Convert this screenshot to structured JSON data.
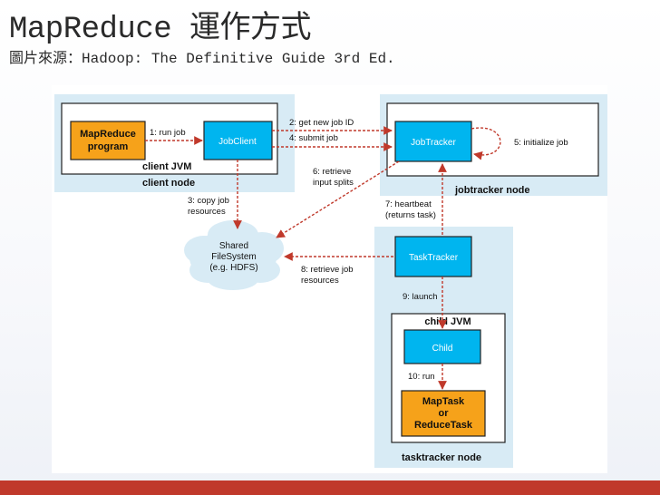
{
  "title": "MapReduce 運作方式",
  "subtitle": "圖片來源：Hadoop: The Definitive Guide 3rd Ed.",
  "colors": {
    "node_fill": "#d8ebf5",
    "box_fill": "#00b5ef",
    "program_fill": "#f6a21a",
    "arrow_color": "#c0392b",
    "bar_color": "#c0392b"
  },
  "diagram": {
    "client_node": {
      "label": "client node",
      "jvm_label": "client JVM",
      "program_line1": "MapReduce",
      "program_line2": "program",
      "jobclient": "JobClient"
    },
    "jobtracker_node": {
      "label": "jobtracker node",
      "jobtracker": "JobTracker"
    },
    "tasktracker_node": {
      "label": "tasktracker node",
      "tasktracker": "TaskTracker",
      "child_jvm_label": "child JVM",
      "child": "Child",
      "task_line1": "MapTask",
      "task_line2": "or",
      "task_line3": "ReduceTask"
    },
    "shared_fs": {
      "line1": "Shared",
      "line2": "FileSystem",
      "line3": "(e.g. HDFS)"
    },
    "steps": {
      "s1": "1: run job",
      "s2": "2: get new job ID",
      "s4": "4: submit job",
      "s5": "5: initialize job",
      "s6a": "6: retrieve",
      "s6b": "input splits",
      "s3a": "3: copy job",
      "s3b": "resources",
      "s7a": "7: heartbeat",
      "s7b": "(returns task)",
      "s8a": "8: retrieve job",
      "s8b": "resources",
      "s9": "9: launch",
      "s10": "10: run"
    }
  }
}
